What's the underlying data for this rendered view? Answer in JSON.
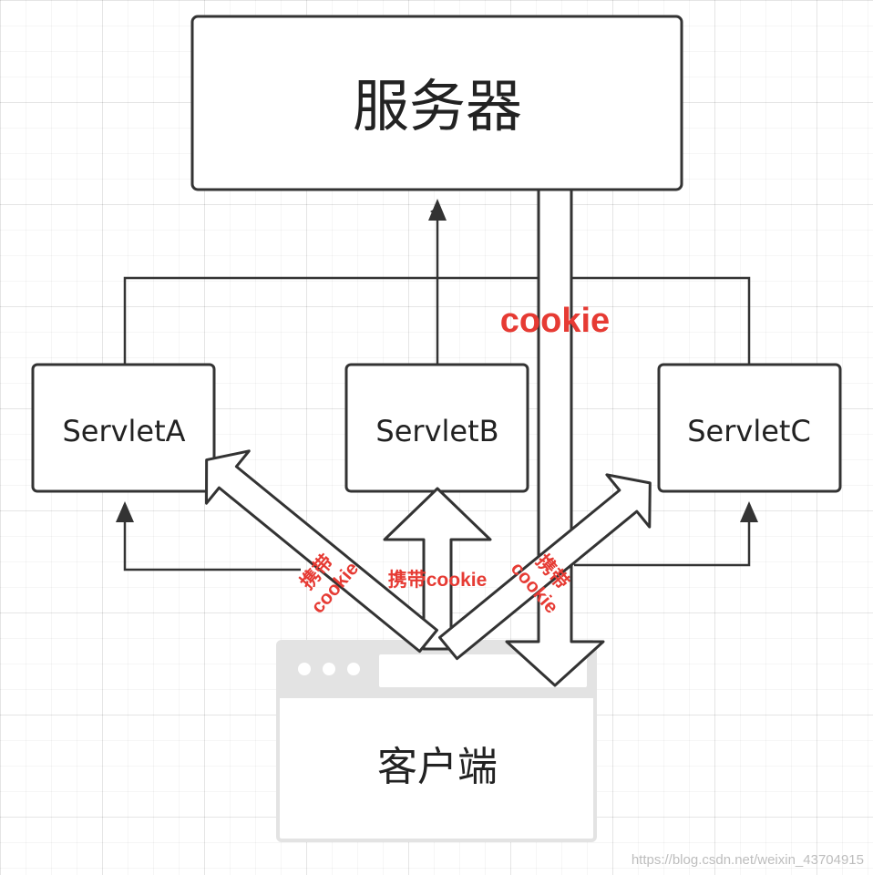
{
  "nodes": {
    "server": "服务器",
    "servlet_a": "ServletA",
    "servlet_b": "ServletB",
    "servlet_c": "ServletC",
    "client": "客户端"
  },
  "labels": {
    "cookie_response": "cookie",
    "carry_left_1": "携带",
    "carry_left_2": "cookie",
    "carry_center": "携带cookie",
    "carry_right_1": "携带",
    "carry_right_2": "cookie"
  },
  "watermark": "https://blog.csdn.net/weixin_43704915",
  "colors": {
    "label": "#e63b34",
    "stroke": "#333333",
    "client_frame": "#e3e3e3"
  }
}
